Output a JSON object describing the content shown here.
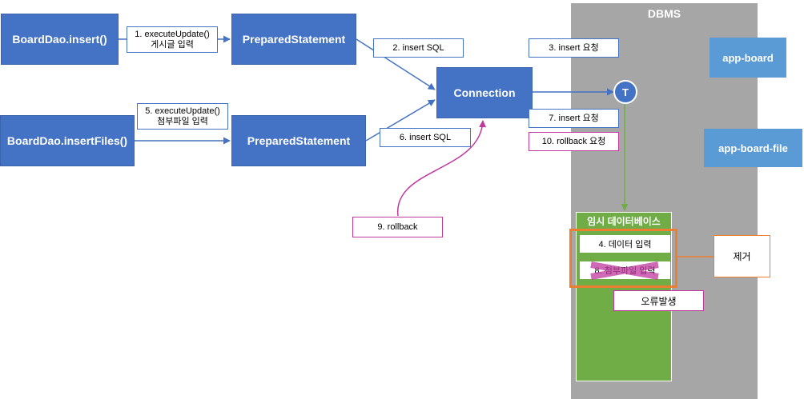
{
  "components": {
    "dao_insert": "BoardDao.insert()",
    "dao_insert_files": "BoardDao.insertFiles()",
    "stmt_1": "PreparedStatement",
    "stmt_2": "PreparedStatement",
    "connection": "Connection",
    "transaction": "T"
  },
  "dbms": {
    "title": "DBMS",
    "tables": [
      "app-board",
      "app-board-file"
    ],
    "temp_db": {
      "title": "임시 데이터베이스",
      "rows": [
        "4. 데이터 입력",
        "8. 첨부파일 입력"
      ]
    },
    "remove_label": "제거",
    "error_label": "오류발생"
  },
  "steps": {
    "s1": "1.   executeUpdate()\n게시글 입력",
    "s2": "2. insert SQL",
    "s3": "3. insert 요청",
    "s5": "5. executeUpdate()\n첨부파일 입력",
    "s6": "6. insert SQL",
    "s7": "7. insert 요청",
    "s9": "9. rollback",
    "s10": "10. rollback 요청"
  },
  "colors": {
    "primary": "#4472c4",
    "dbms_gray": "#a6a6a6",
    "table_blue": "#5b9bd5",
    "temp_green": "#70ad47",
    "orange": "#ed7d31",
    "magenta": "#c0399f"
  }
}
